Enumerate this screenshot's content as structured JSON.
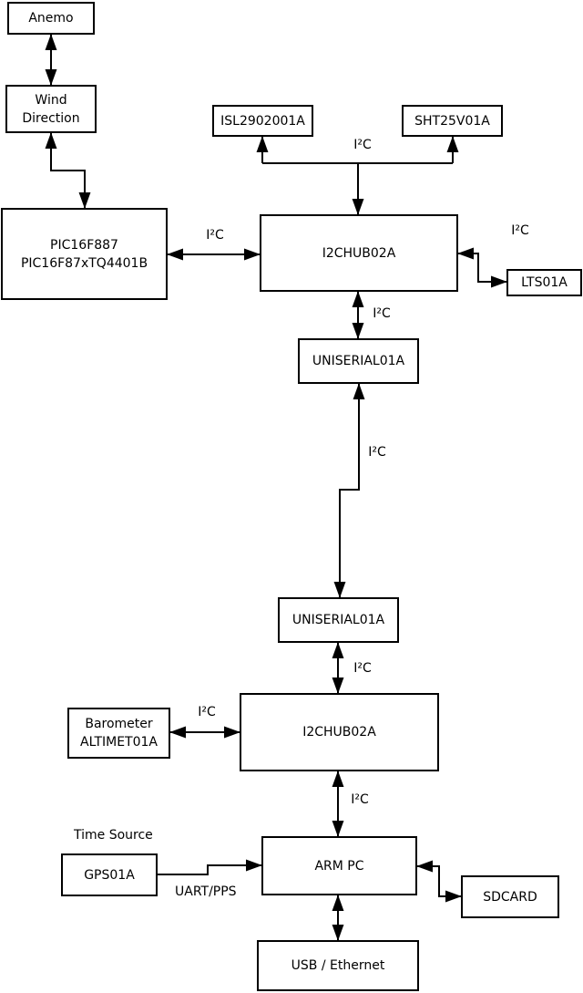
{
  "diagram": {
    "colors": {
      "background": "#ffffff",
      "stroke": "#000000",
      "text": "#000000"
    },
    "nodes": {
      "anemo": {
        "label": "Anemo"
      },
      "wind_direction": {
        "label": "Wind\nDirection"
      },
      "pic": {
        "label": "PIC16F887\nPIC16F87xTQ4401B"
      },
      "isl": {
        "label": "ISL2902001A"
      },
      "sht": {
        "label": "SHT25V01A"
      },
      "i2chub1": {
        "label": "I2CHUB02A"
      },
      "lts": {
        "label": "LTS01A"
      },
      "uniserial1": {
        "label": "UNISERIAL01A"
      },
      "uniserial2": {
        "label": "UNISERIAL01A"
      },
      "barometer": {
        "label": "Barometer\nALTIMET01A"
      },
      "i2chub2": {
        "label": "I2CHUB02A"
      },
      "gps": {
        "label": "GPS01A"
      },
      "arm_pc": {
        "label": "ARM PC"
      },
      "sdcard": {
        "label": "SDCARD"
      },
      "usb_ethernet": {
        "label": "USB / Ethernet"
      }
    },
    "edge_labels": {
      "i2c_sensor_bus": "I²C",
      "i2c_pic_hub1": "I²C",
      "i2c_hub1_lts": "I²C",
      "i2c_hub1_uniserial1": "I²C",
      "i2c_uniserial_link": "I²C",
      "i2c_uniserial2_hub2": "I²C",
      "i2c_barometer_hub2": "I²C",
      "i2c_hub2_armpc": "I²C",
      "time_source": "Time Source",
      "uart_pps": "UART/PPS"
    }
  }
}
